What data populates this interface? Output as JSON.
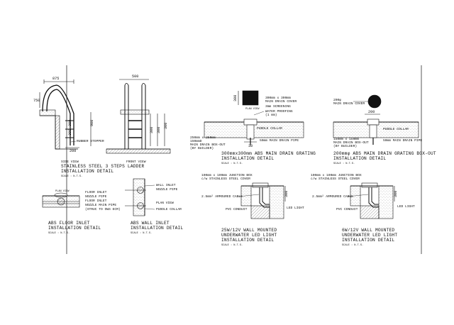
{
  "sheet": {
    "ladder": {
      "dim_top": "875",
      "dim_side": "750",
      "dim_front": "500",
      "dim_900": "900",
      "dim_300a": "300",
      "dim_300b": "300",
      "dim_200": "200",
      "dim_300c": "300",
      "dim_300d": "300",
      "dim_300e": "300",
      "label_stopper": "RUBBER STOPPER",
      "view_side": "SIDE VIEW",
      "view_front": "FRONT VIEW",
      "title": "STAINLESS STEEL 3 STEPS LADDER",
      "title2": "INSTALLATION DETAIL",
      "scale": "SCALE : N.T.S."
    },
    "main_drain_300": {
      "dim_300": "300",
      "dim_30": "30",
      "label_cover": "300mm x 300mm",
      "label_cover2": "MAIN DRAIN COVER",
      "label_screening": "3mm SCREENING",
      "label_water": "WATER PROOFING",
      "label_water2": "(1 mm)",
      "label_plan": "PLAN VIEW",
      "label_collar": "PUDDLE COLLAR",
      "label_boxout": "250mm x 250mm",
      "label_boxout2": "150mmD",
      "label_boxout3": "MAIN DRAIN BOX-OUT",
      "label_boxout4": "(BY BUILDER)",
      "label_pipe": "50mm MAIN DRAIN PIPE",
      "title": "300mmx300mm ABS MAIN DRAIN GRATING",
      "title2": "INSTALLATION DETAIL",
      "scale": "SCALE : N.T.S."
    },
    "main_drain_200": {
      "dim_200": "200",
      "label_cover": "200φ",
      "label_cover2": "MAIN DRAIN COVER",
      "label_collar": "PUDDLE COLLAR",
      "label_boxout": "150mm x 150mm",
      "label_boxout2": "MAIN DRAIN BOX-OUT",
      "label_boxout3": "(BY BUILDER)",
      "label_pipe": "50mm MAIN DRAIN PIPE",
      "title": "200mmφ ABS MAIN DRAIN GRATING BOX-OUT",
      "title2": "INSTALLATION DETAIL",
      "scale": "SCALE : N.T.S."
    },
    "floor_inlet": {
      "label_plan": "PLAN VIEW",
      "label_a": "FLOOR INLET",
      "label_b": "NOZZLE PIPE",
      "label_c": "FLOOR INLET",
      "label_d": "NOZZLE MAIN PIPE",
      "label_e": "(STRUC TO OWS ECM)",
      "title": "ABS FLOOR INLET",
      "title2": "INSTALLATION DETAIL",
      "scale": "SCALE : N.T.S."
    },
    "wall_inlet": {
      "label_a": "WALL INLET",
      "label_b": "NOZZLE PIPE",
      "label_plan": "PLAN VIEW",
      "label_collar": "PUDDLE COLLAR",
      "title": "ABS WALL INLET",
      "title2": "INSTALLATION DETAIL",
      "scale": "SCALE : N.T.S."
    },
    "led_25w": {
      "label_box": "100mm x 100mm JUNCTION BOX",
      "label_box2": "c/w STAINLESS STEEL COVER",
      "label_cable": "2.5mm² ARMOURED CABLE",
      "label_led": "LED LIGHT",
      "label_conduit": "PVC CONDUIT",
      "dim_300": "300",
      "title": "25W/12V WALL MOUNTED",
      "title2": "UNDERWATER LED LIGHT",
      "title3": "INSTALLATION DETAIL",
      "scale": "SCALE : N.T.S."
    },
    "led_6w": {
      "label_box": "100mm x 100mm JUNCTION BOX",
      "label_box2": "c/w STAINLESS STEEL COVER",
      "label_cable": "2.5mm² ARMOURED CABLE",
      "label_led": "LED LIGHT",
      "label_conduit": "PVC CONDUIT",
      "dim_300": "300",
      "title": "6W/12V WALL MOUNTED",
      "title2": "UNDERWATER LED LIGHT",
      "title3": "INSTALLATION DETAIL",
      "scale": "SCALE : N.T.S."
    }
  }
}
